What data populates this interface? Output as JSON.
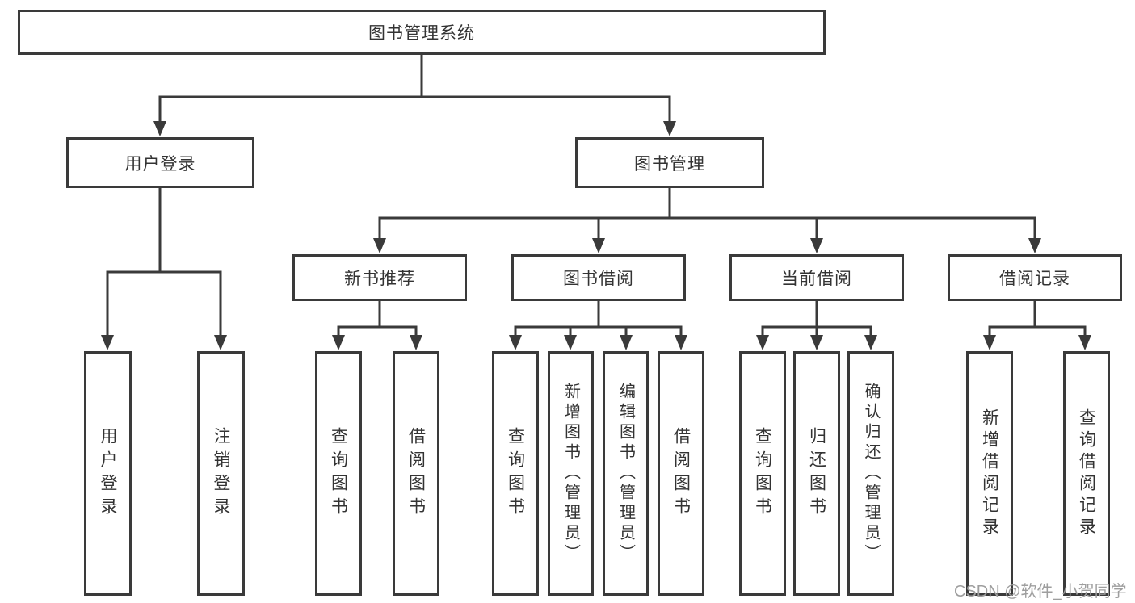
{
  "diagram": {
    "root": {
      "label": "图书管理系统"
    },
    "level2": [
      {
        "label": "用户登录"
      },
      {
        "label": "图书管理"
      }
    ],
    "level3": [
      {
        "label": "新书推荐"
      },
      {
        "label": "图书借阅"
      },
      {
        "label": "当前借阅"
      },
      {
        "label": "借阅记录"
      }
    ],
    "leaves": {
      "user_login": [
        "用户登录",
        "注销登录"
      ],
      "new_book": [
        "查询图书",
        "借阅图书"
      ],
      "book_borrow": [
        "查询图书",
        "新增图书（管理员）",
        "编辑图书（管理员）",
        "借阅图书"
      ],
      "current_borrow": [
        "查询图书",
        "归还图书",
        "确认归还（管理员）"
      ],
      "borrow_record": [
        "新增借阅记录",
        "查询借阅记录"
      ]
    },
    "watermark": "CSDN @软件_小贺同学",
    "colors": {
      "line": "#3a3a3a",
      "text": "#333333",
      "watermark": "#9e9e9e",
      "background": "#ffffff"
    }
  }
}
